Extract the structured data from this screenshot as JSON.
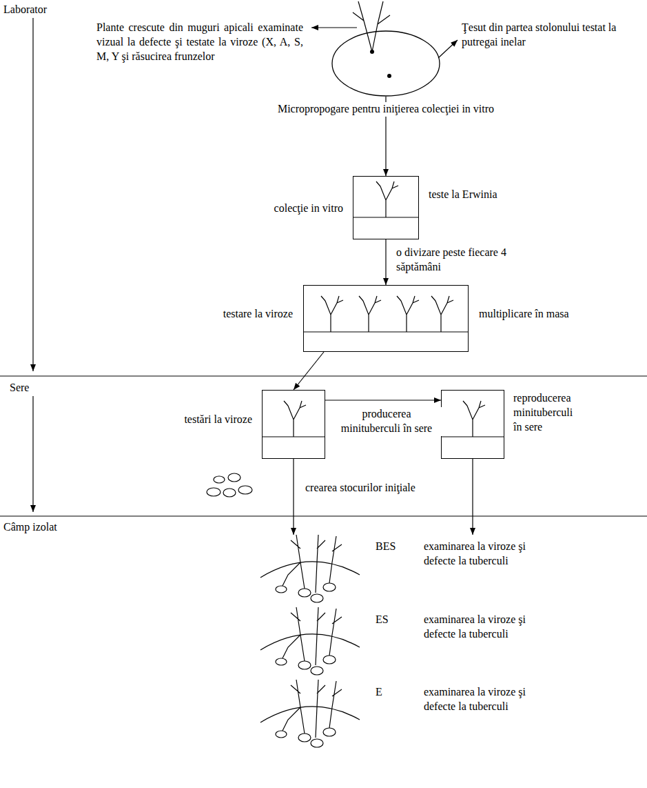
{
  "diagram": {
    "nodes": [
      {
        "text": [
          "Plante crescute din muguri apicali examinate vizual la defecte şi testate la viroze (X, A, S, M, Y şi răsucirea frunzelor",
          "Ţesut din partea stolonului testat la putregai inelar"
        ]
      },
      {
        "text": [
          "colecţie in vitro",
          "teste la Erwinia"
        ]
      },
      {
        "text": [
          "testare la viroze",
          "multiplicare în masa"
        ]
      },
      {
        "text": [
          "testări la viroze"
        ]
      },
      {
        "text": [
          "reproducerea minituberculi în sere"
        ]
      },
      {
        "text": [
          "BES",
          "examinarea la viroze şi defecte la tuberculi"
        ]
      },
      {
        "text": [
          "ES",
          "examinarea la viroze şi defecte la tuberculi"
        ]
      },
      {
        "text": [
          "E",
          "examinarea la viroze şi defecte la tuberculi"
        ]
      }
    ],
    "edges": [
      {
        "from": 0,
        "to": 1,
        "arrow": "to",
        "label": "Micropropogare pentru iniţierea colecţiei in vitro"
      },
      {
        "from": 1,
        "to": 2,
        "arrow": "to",
        "label": "o divizare peste fiecare 4 săptămâni"
      },
      {
        "from": 2,
        "to": 3,
        "arrow": "to"
      },
      {
        "from": 3,
        "to": 4,
        "arrow": "to",
        "label": "producerea minituberculi în sere"
      },
      {
        "from": 3,
        "to": 5,
        "arrow": "to",
        "label": "crearea stocurilor iniţiale"
      },
      {
        "from": 4,
        "to": 5,
        "arrow": "to"
      }
    ],
    "labels": [
      "Laborator",
      "Sere",
      "Câmp izolat"
    ]
  }
}
